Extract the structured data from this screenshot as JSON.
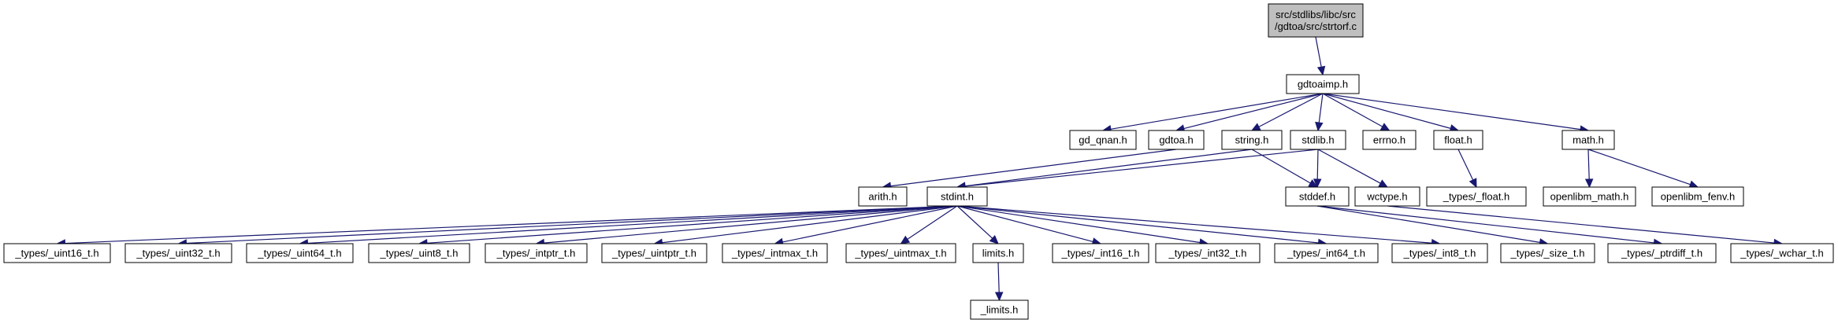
{
  "colors": {
    "edge": "#191970",
    "root_fill": "#bfbfbf",
    "node_fill": "#ffffff",
    "node_border": "#000000"
  },
  "nodes": {
    "strtorf": [
      "src/stdlibs/libc/src",
      "/gdtoa/src/strtorf.c"
    ],
    "gdtoaimp": "gdtoaimp.h",
    "gd_qnan": "gd_qnan.h",
    "gdtoa": "gdtoa.h",
    "string": "string.h",
    "stdlib": "stdlib.h",
    "errno": "errno.h",
    "float": "float.h",
    "math": "math.h",
    "arith": "arith.h",
    "stdint": "stdint.h",
    "stddef": "stddef.h",
    "wctype": "wctype.h",
    "types_float": "_types/_float.h",
    "openlibm_math": "openlibm_math.h",
    "openlibm_fenv": "openlibm_fenv.h",
    "uint16": "_types/_uint16_t.h",
    "uint32": "_types/_uint32_t.h",
    "uint64": "_types/_uint64_t.h",
    "uint8": "_types/_uint8_t.h",
    "intptr": "_types/_intptr_t.h",
    "uintptr": "_types/_uintptr_t.h",
    "intmax": "_types/_intmax_t.h",
    "uintmax": "_types/_uintmax_t.h",
    "limits": "limits.h",
    "int16": "_types/_int16_t.h",
    "int32": "_types/_int32_t.h",
    "int64": "_types/_int64_t.h",
    "int8": "_types/_int8_t.h",
    "size": "_types/_size_t.h",
    "ptrdiff": "_types/_ptrdiff_t.h",
    "wchar": "_types/_wchar_t.h",
    "_limits": "_limits.h"
  },
  "edges": [
    [
      "strtorf",
      "gdtoaimp"
    ],
    [
      "gdtoaimp",
      "gd_qnan"
    ],
    [
      "gdtoaimp",
      "gdtoa"
    ],
    [
      "gdtoaimp",
      "string"
    ],
    [
      "gdtoaimp",
      "stdlib"
    ],
    [
      "gdtoaimp",
      "errno"
    ],
    [
      "gdtoaimp",
      "float"
    ],
    [
      "gdtoaimp",
      "math"
    ],
    [
      "gdtoa",
      "arith"
    ],
    [
      "string",
      "stdint"
    ],
    [
      "string",
      "stddef"
    ],
    [
      "stdlib",
      "stdint"
    ],
    [
      "stdlib",
      "stddef"
    ],
    [
      "stdlib",
      "wctype"
    ],
    [
      "float",
      "types_float"
    ],
    [
      "math",
      "openlibm_math"
    ],
    [
      "math",
      "openlibm_fenv"
    ],
    [
      "stdint",
      "uint16"
    ],
    [
      "stdint",
      "uint32"
    ],
    [
      "stdint",
      "uint64"
    ],
    [
      "stdint",
      "uint8"
    ],
    [
      "stdint",
      "intptr"
    ],
    [
      "stdint",
      "uintptr"
    ],
    [
      "stdint",
      "intmax"
    ],
    [
      "stdint",
      "uintmax"
    ],
    [
      "stdint",
      "limits"
    ],
    [
      "stdint",
      "int16"
    ],
    [
      "stdint",
      "int32"
    ],
    [
      "stdint",
      "int64"
    ],
    [
      "stdint",
      "int8"
    ],
    [
      "stddef",
      "size"
    ],
    [
      "stddef",
      "ptrdiff"
    ],
    [
      "wctype",
      "wchar"
    ],
    [
      "limits",
      "_limits"
    ]
  ]
}
